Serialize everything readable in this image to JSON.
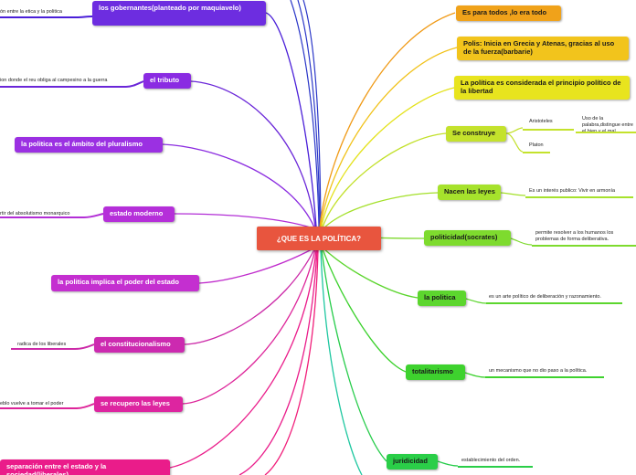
{
  "center": {
    "label": "¿QUE ES LA POLÍTICA?"
  },
  "right_branches": [
    {
      "label": "Es para todos ,lo era todo"
    },
    {
      "label": "Polis: Inicia en Grecia y Atenas, gracias al uso de la fuerza(barbarie)"
    },
    {
      "label": "La política es considerada el principio político de la libertad"
    },
    {
      "label": "Se construye",
      "children": [
        {
          "label": "Aristoteles",
          "detail": "Uso de la palabra,distingue entre el bien y el mal"
        },
        {
          "label": "Platon"
        }
      ]
    },
    {
      "label": "Nacen las leyes",
      "detail": "Es un interés publico: Vivir en armonía"
    },
    {
      "label": "politicidad(socrates)",
      "detail": "permite resolver a los humanos los problemas de forma deliberativa."
    },
    {
      "label": "la politica",
      "detail": "es un arte político de deliberación y razonamiento."
    },
    {
      "label": "totalitarismo",
      "detail": "un mecanismo que no dio paso a la política."
    },
    {
      "label": "juridicidad",
      "detail": "establecimiento del orden."
    }
  ],
  "left_branches": [
    {
      "label": "los gobernantes(planteado por maquiavelo)",
      "detail": "ón entre la etica y la politica"
    },
    {
      "label": "el tributo",
      "detail": "ion donde el reu obliga al campesino a la guerra"
    },
    {
      "label": "la politica es el ámbito del pluralismo"
    },
    {
      "label": "estado moderno",
      "detail": "rtir del absolutismo monarquico"
    },
    {
      "label": "la politica implica el poder del estado"
    },
    {
      "label": "el constitucionalismo",
      "detail": "radica de los liberales"
    },
    {
      "label": "se recupero las leyes",
      "detail": "eblo vuelve a tomar el poder"
    },
    {
      "label": "separación entre el estado y la sociedad(liberales)"
    }
  ]
}
